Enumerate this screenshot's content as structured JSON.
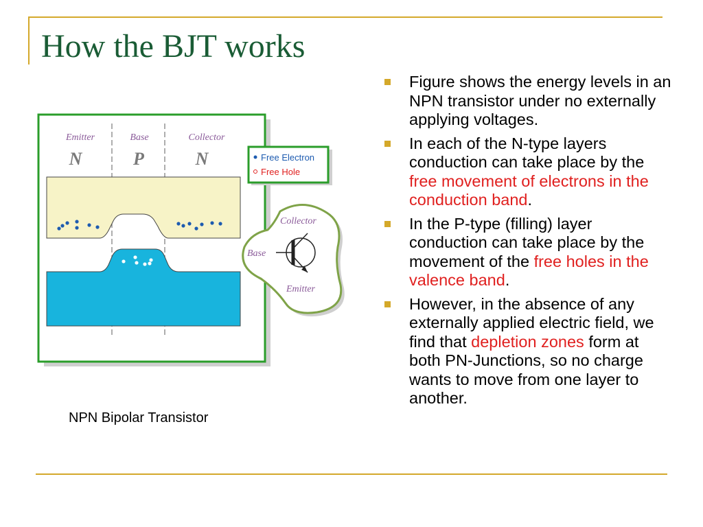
{
  "slide": {
    "title": "How the BJT works"
  },
  "diagram": {
    "region_labels": [
      "Emitter",
      "Base",
      "Collector"
    ],
    "region_types": [
      "N",
      "P",
      "N"
    ],
    "legend": {
      "electron_label": "Free Electron",
      "hole_label": "Free Hole"
    },
    "symbol_labels": {
      "collector": "Collector",
      "base": "Base",
      "emitter": "Emitter"
    },
    "colors": {
      "frame_green": "#2a9d2a",
      "conduction_band": "#f7f3c7",
      "valence_band": "#18b4dd",
      "electron_blue": "#1d5bb0",
      "label_purple": "#8a5a99",
      "hole_red": "#e0201f"
    }
  },
  "caption": "NPN Bipolar Transistor",
  "bullets": [
    [
      {
        "text": "Figure shows the energy levels in an NPN transistor under no externally applying voltages.",
        "red": false
      }
    ],
    [
      {
        "text": "In each of the N-type layers conduction can take place by the ",
        "red": false
      },
      {
        "text": "free movement of electrons in the conduction band",
        "red": true
      },
      {
        "text": ".",
        "red": false
      }
    ],
    [
      {
        "text": "In the P-type (filling) layer conduction can take place by the movement of the ",
        "red": false
      },
      {
        "text": "free holes in the valence band",
        "red": true
      },
      {
        "text": ".",
        "red": false
      }
    ],
    [
      {
        "text": "However, in the absence of any externally applied electric field, we find that ",
        "red": false
      },
      {
        "text": "depletion zones",
        "red": true
      },
      {
        "text": " form at both PN-Junctions, so no charge wants to move from one layer to another.",
        "red": false
      }
    ]
  ]
}
